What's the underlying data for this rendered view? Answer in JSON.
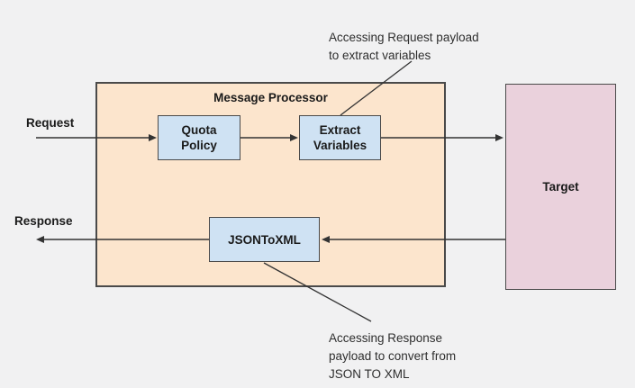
{
  "diagram": {
    "processor": {
      "title": "Message Processor"
    },
    "flow_labels": {
      "request": "Request",
      "response": "Response"
    },
    "nodes": {
      "quota": {
        "line1": "Quota",
        "line2": "Policy"
      },
      "extract": {
        "line1": "Extract",
        "line2": "Variables"
      },
      "jsontoxml": {
        "label": "JSONToXML"
      },
      "target": {
        "label": "Target"
      }
    },
    "annotations": {
      "request": {
        "lines": [
          "Accessing Request payload",
          "to extract variables"
        ]
      },
      "response": {
        "lines": [
          "Accessing Response",
          "payload to convert from",
          "JSON TO XML"
        ]
      }
    },
    "colors": {
      "background": "#f1f1f2",
      "processor_fill": "#fce5cd",
      "policy_fill": "#cfe2f3",
      "target_fill": "#ead1dc",
      "border": "#4a4a4a",
      "line": "#333333"
    }
  }
}
